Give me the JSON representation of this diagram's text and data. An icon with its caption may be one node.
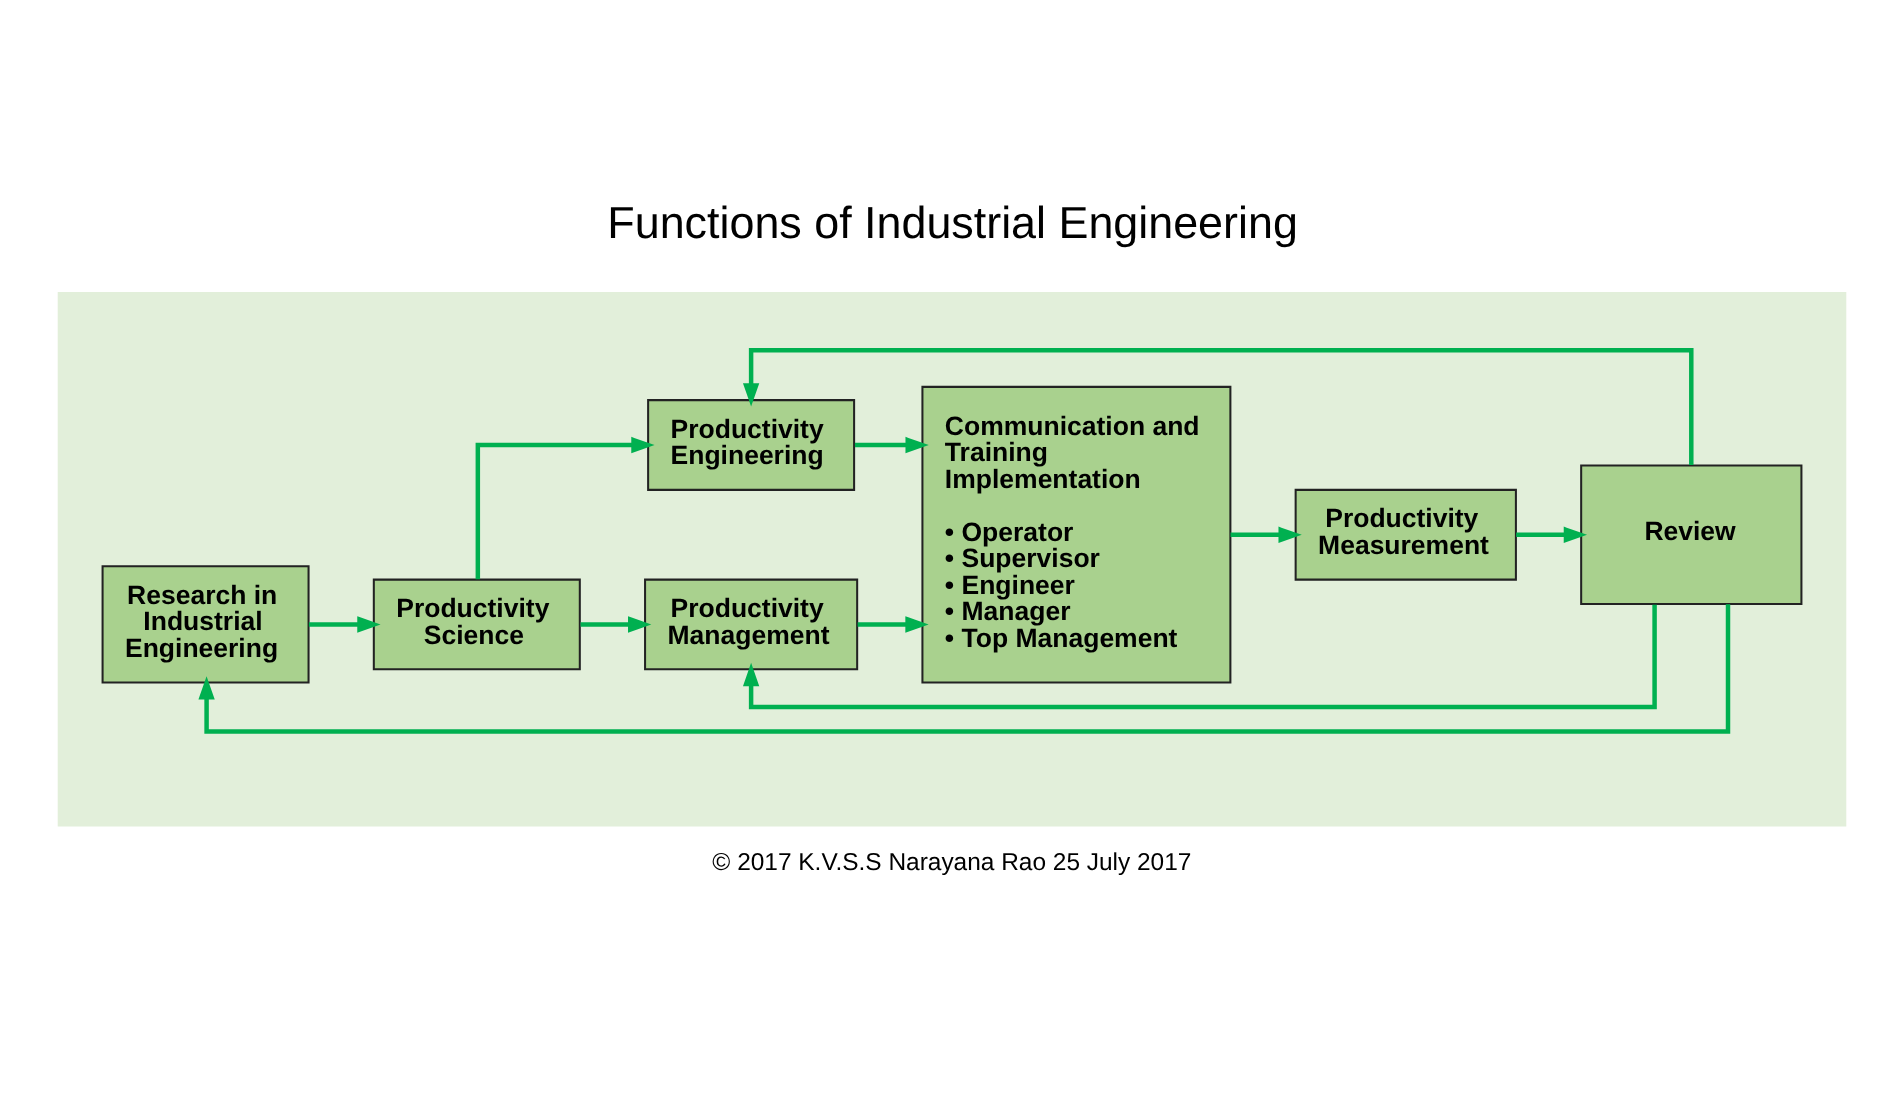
{
  "diagram": {
    "title": "Functions of Industrial Engineering",
    "caption": "© 2017 K.V.S.S Narayana Rao 25 July 2017",
    "nodes": [
      {
        "text": [],
        "shape": "box"
      },
      {
        "text": [
          "Research in Industrial Engineering"
        ],
        "in": 0
      },
      {
        "text": [
          "Productivity Science"
        ],
        "in": 0
      },
      {
        "text": [
          "Productivity Engineering"
        ],
        "in": 0
      },
      {
        "text": [
          "Productivity Management"
        ],
        "in": 0
      },
      {
        "text": [
          "Communication and Training Implementation",
          "• Operator",
          "• Supervisor",
          "• Engineer",
          "• Manager",
          "• Top Management"
        ],
        "in": 0
      },
      {
        "text": [
          "Productivity Measurement"
        ],
        "in": 0
      },
      {
        "text": [
          "Review"
        ],
        "in": 0
      }
    ],
    "edges": [
      {
        "from": 1,
        "to": 2,
        "arrow": "to"
      },
      {
        "from": 2,
        "to": 3,
        "arrow": "to"
      },
      {
        "from": 2,
        "to": 4,
        "arrow": "to"
      },
      {
        "from": 3,
        "to": 5,
        "arrow": "to"
      },
      {
        "from": 4,
        "to": 5,
        "arrow": "to"
      },
      {
        "from": 5,
        "to": 6,
        "arrow": "to"
      },
      {
        "from": 6,
        "to": 7,
        "arrow": "to"
      },
      {
        "from": 7,
        "to": 1,
        "arrow": "to"
      },
      {
        "from": 7,
        "to": 3,
        "arrow": "to"
      },
      {
        "from": 7,
        "to": 4,
        "arrow": "to"
      }
    ]
  }
}
